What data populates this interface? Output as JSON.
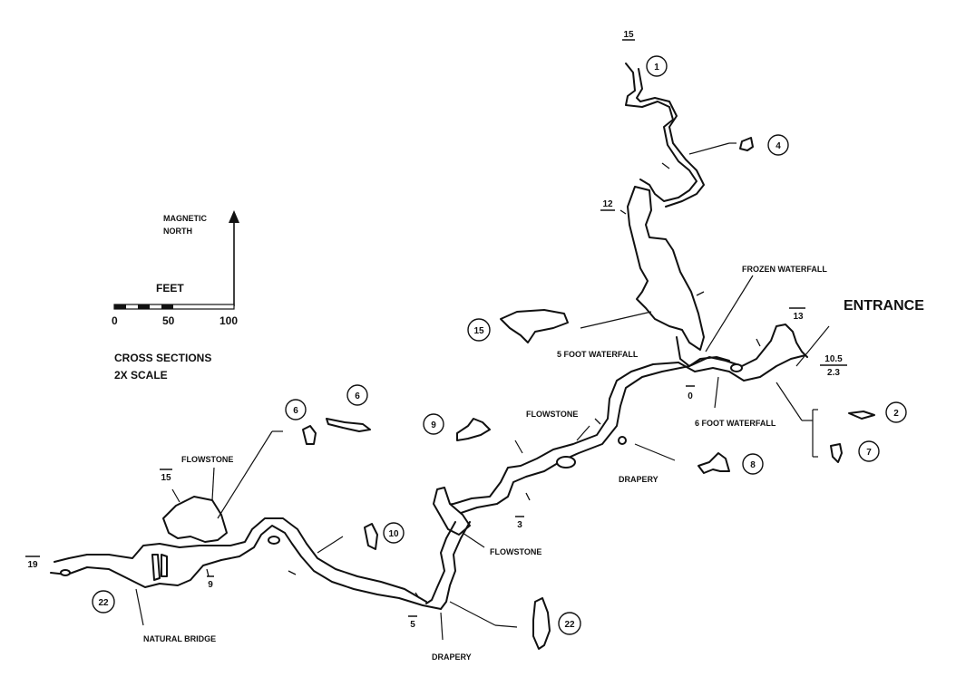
{
  "map": {
    "entrance": "ENTRANCE",
    "north_label_1": "MAGNETIC",
    "north_label_2": "NORTH",
    "scale_title": "FEET",
    "scale_ticks": [
      "0",
      "50",
      "100"
    ],
    "cross_sections_1": "CROSS SECTIONS",
    "cross_sections_2": "2X SCALE"
  },
  "features": {
    "frozen_waterfall": "FROZEN WATERFALL",
    "five_foot_waterfall": "5 FOOT WATERFALL",
    "six_foot_waterfall": "6 FOOT WATERFALL",
    "flowstone_mid": "FLOWSTONE",
    "flowstone_west": "FLOWSTONE",
    "flowstone_south": "FLOWSTONE",
    "drapery_mid": "DRAPERY",
    "drapery_south": "DRAPERY",
    "natural_bridge": "NATURAL BRIDGE"
  },
  "depths": {
    "d15_top": "15",
    "d12": "12",
    "d13": "13",
    "d10_5": "10.5",
    "d2_3": "2.3",
    "d0": "0",
    "d3": "3",
    "d5": "5",
    "d9": "9",
    "d15_west": "15",
    "d19": "19"
  },
  "sections": {
    "s1": "1",
    "s4": "4",
    "s15": "15",
    "s2": "2",
    "s7": "7",
    "s8": "8",
    "s9": "9",
    "s6a": "6",
    "s6b": "6",
    "s10": "10",
    "s22a": "22",
    "s22b": "22"
  }
}
